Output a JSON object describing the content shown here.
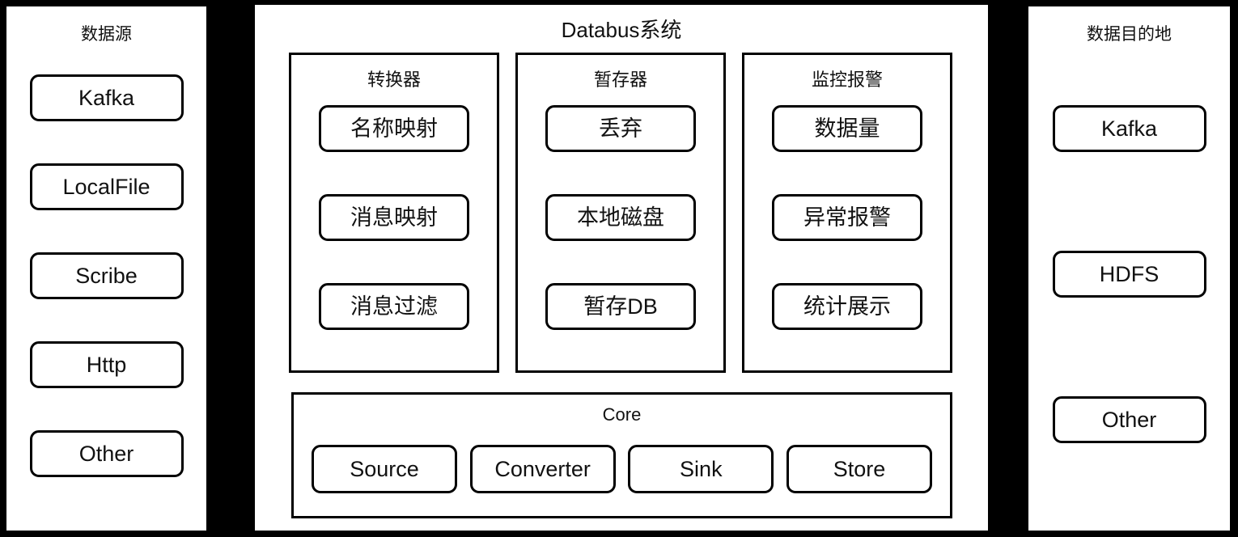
{
  "diagram": {
    "background_color": "#000000",
    "panel_color": "#ffffff",
    "line_color": "#000000",
    "text_color": "#111111"
  },
  "source_panel": {
    "title": "数据源",
    "nodes": [
      {
        "label": "Kafka"
      },
      {
        "label": "LocalFile"
      },
      {
        "label": "Scribe"
      },
      {
        "label": "Http"
      },
      {
        "label": "Other"
      }
    ]
  },
  "databus_panel": {
    "title": "Databus系统",
    "modules": [
      {
        "title": "转换器",
        "nodes": [
          {
            "label": "名称映射"
          },
          {
            "label": "消息映射"
          },
          {
            "label": "消息过滤"
          }
        ]
      },
      {
        "title": "暂存器",
        "nodes": [
          {
            "label": "丢弃"
          },
          {
            "label": "本地磁盘"
          },
          {
            "label": "暂存DB"
          }
        ]
      },
      {
        "title": "监控报警",
        "nodes": [
          {
            "label": "数据量"
          },
          {
            "label": "异常报警"
          },
          {
            "label": "统计展示"
          }
        ]
      }
    ],
    "core": {
      "title": "Core",
      "nodes": [
        {
          "label": "Source"
        },
        {
          "label": "Converter"
        },
        {
          "label": "Sink"
        },
        {
          "label": "Store"
        }
      ]
    }
  },
  "destination_panel": {
    "title": "数据目的地",
    "nodes": [
      {
        "label": "Kafka"
      },
      {
        "label": "HDFS"
      },
      {
        "label": "Other"
      }
    ]
  }
}
